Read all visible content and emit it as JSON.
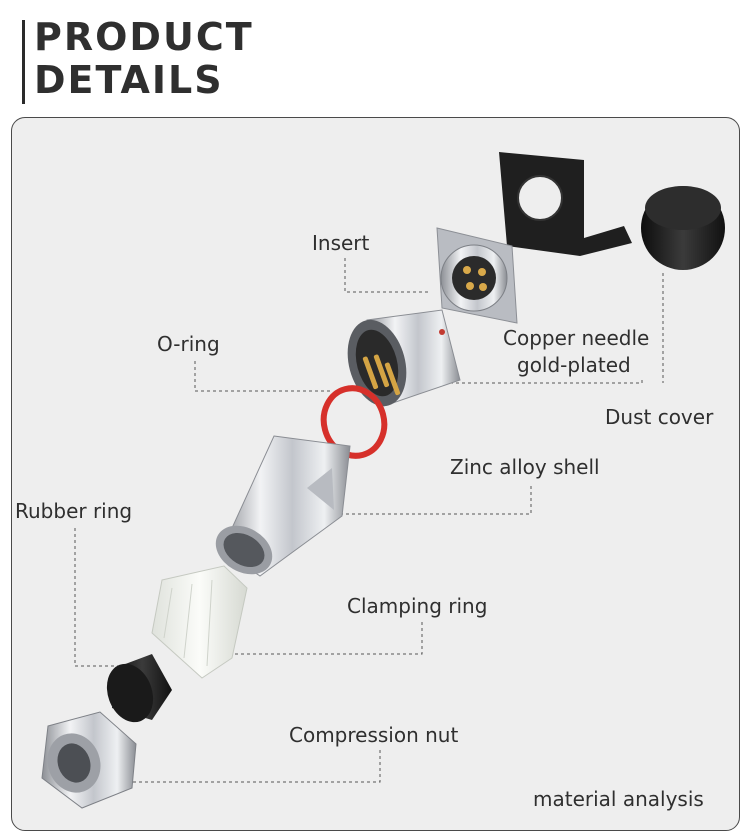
{
  "title_line1": "PRODUCT",
  "title_line2": "DETAILS",
  "labels": {
    "insert": "Insert",
    "o_ring": "O-ring",
    "copper_needle_line1": "Copper needle",
    "copper_needle_line2": "gold-plated",
    "dust_cover": "Dust cover",
    "zinc_alloy_shell": "Zinc alloy shell",
    "rubber_ring": "Rubber ring",
    "clamping_ring": "Clamping ring",
    "compression_nut": "Compression nut"
  },
  "footer": "material analysis",
  "colors": {
    "panel_bg": "#eeeeee",
    "o_ring": "#d6302a",
    "rubber": "#1c1c1c",
    "metal": "#c9ccd2",
    "clamp": "#f4f6f1"
  }
}
